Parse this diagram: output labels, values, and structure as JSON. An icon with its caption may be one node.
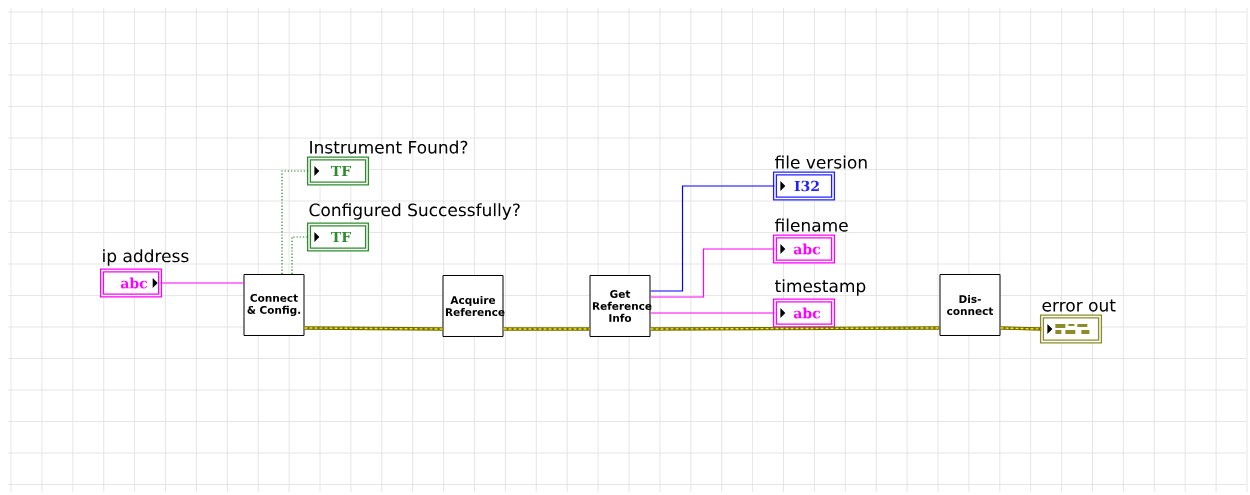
{
  "diagram": {
    "nodes": [
      {
        "text": [
          "ip address",
          "abc"
        ]
      },
      {
        "text": [
          "Connect & Config."
        ]
      },
      {
        "text": [
          "Instrument Found?",
          "TF"
        ]
      },
      {
        "text": [
          "Configured Successfully?",
          "TF"
        ]
      },
      {
        "text": [
          "Acquire Reference"
        ]
      },
      {
        "text": [
          "Get Reference Info"
        ]
      },
      {
        "text": [
          "file version",
          "I32"
        ]
      },
      {
        "text": [
          "filename",
          "abc"
        ]
      },
      {
        "text": [
          "timestamp",
          "abc"
        ]
      },
      {
        "text": [
          "Dis- connect"
        ]
      },
      {
        "text": [
          "error out"
        ]
      }
    ],
    "edges": [
      {
        "from": 0,
        "to": 1,
        "arrow": "none",
        "color": "#ff00ff"
      },
      {
        "from": 1,
        "to": 2,
        "arrow": "none",
        "style": "dashed",
        "color": "#008000"
      },
      {
        "from": 1,
        "to": 3,
        "arrow": "none",
        "style": "dashed",
        "color": "#008000"
      },
      {
        "from": 1,
        "to": 4,
        "arrow": "none",
        "style": "thick"
      },
      {
        "from": 4,
        "to": 5,
        "arrow": "none",
        "style": "thick"
      },
      {
        "from": 5,
        "to": 6,
        "arrow": "none",
        "color": "#0000ff"
      },
      {
        "from": 5,
        "to": 7,
        "arrow": "none",
        "color": "#ff00ff"
      },
      {
        "from": 5,
        "to": 8,
        "arrow": "none",
        "color": "#ff00ff"
      },
      {
        "from": 5,
        "to": 9,
        "arrow": "none",
        "style": "thick"
      },
      {
        "from": 9,
        "to": 10,
        "arrow": "none",
        "style": "thick"
      }
    ]
  }
}
